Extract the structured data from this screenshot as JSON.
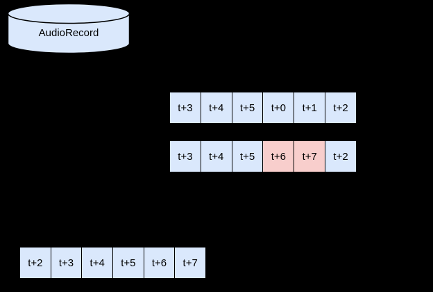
{
  "background": "#000000",
  "cylinder": {
    "label": "AudioRecord",
    "fill": "#dae8fc",
    "stroke": "#000000"
  },
  "colors": {
    "cell_blue": "#dae8fc",
    "cell_pink": "#f8cecc",
    "border": "#000000",
    "text": "#000000"
  },
  "rows": [
    {
      "cells": [
        {
          "label": "t+3",
          "fill": "#dae8fc"
        },
        {
          "label": "t+4",
          "fill": "#dae8fc"
        },
        {
          "label": "t+5",
          "fill": "#dae8fc"
        },
        {
          "label": "t+0",
          "fill": "#dae8fc"
        },
        {
          "label": "t+1",
          "fill": "#dae8fc"
        },
        {
          "label": "t+2",
          "fill": "#dae8fc"
        }
      ]
    },
    {
      "cells": [
        {
          "label": "t+3",
          "fill": "#dae8fc"
        },
        {
          "label": "t+4",
          "fill": "#dae8fc"
        },
        {
          "label": "t+5",
          "fill": "#dae8fc"
        },
        {
          "label": "t+6",
          "fill": "#f8cecc"
        },
        {
          "label": "t+7",
          "fill": "#f8cecc"
        },
        {
          "label": "t+2",
          "fill": "#dae8fc"
        }
      ]
    },
    {
      "cells": [
        {
          "label": "t+2",
          "fill": "#dae8fc"
        },
        {
          "label": "t+3",
          "fill": "#dae8fc"
        },
        {
          "label": "t+4",
          "fill": "#dae8fc"
        },
        {
          "label": "t+5",
          "fill": "#dae8fc"
        },
        {
          "label": "t+6",
          "fill": "#dae8fc"
        },
        {
          "label": "t+7",
          "fill": "#dae8fc"
        }
      ]
    }
  ]
}
